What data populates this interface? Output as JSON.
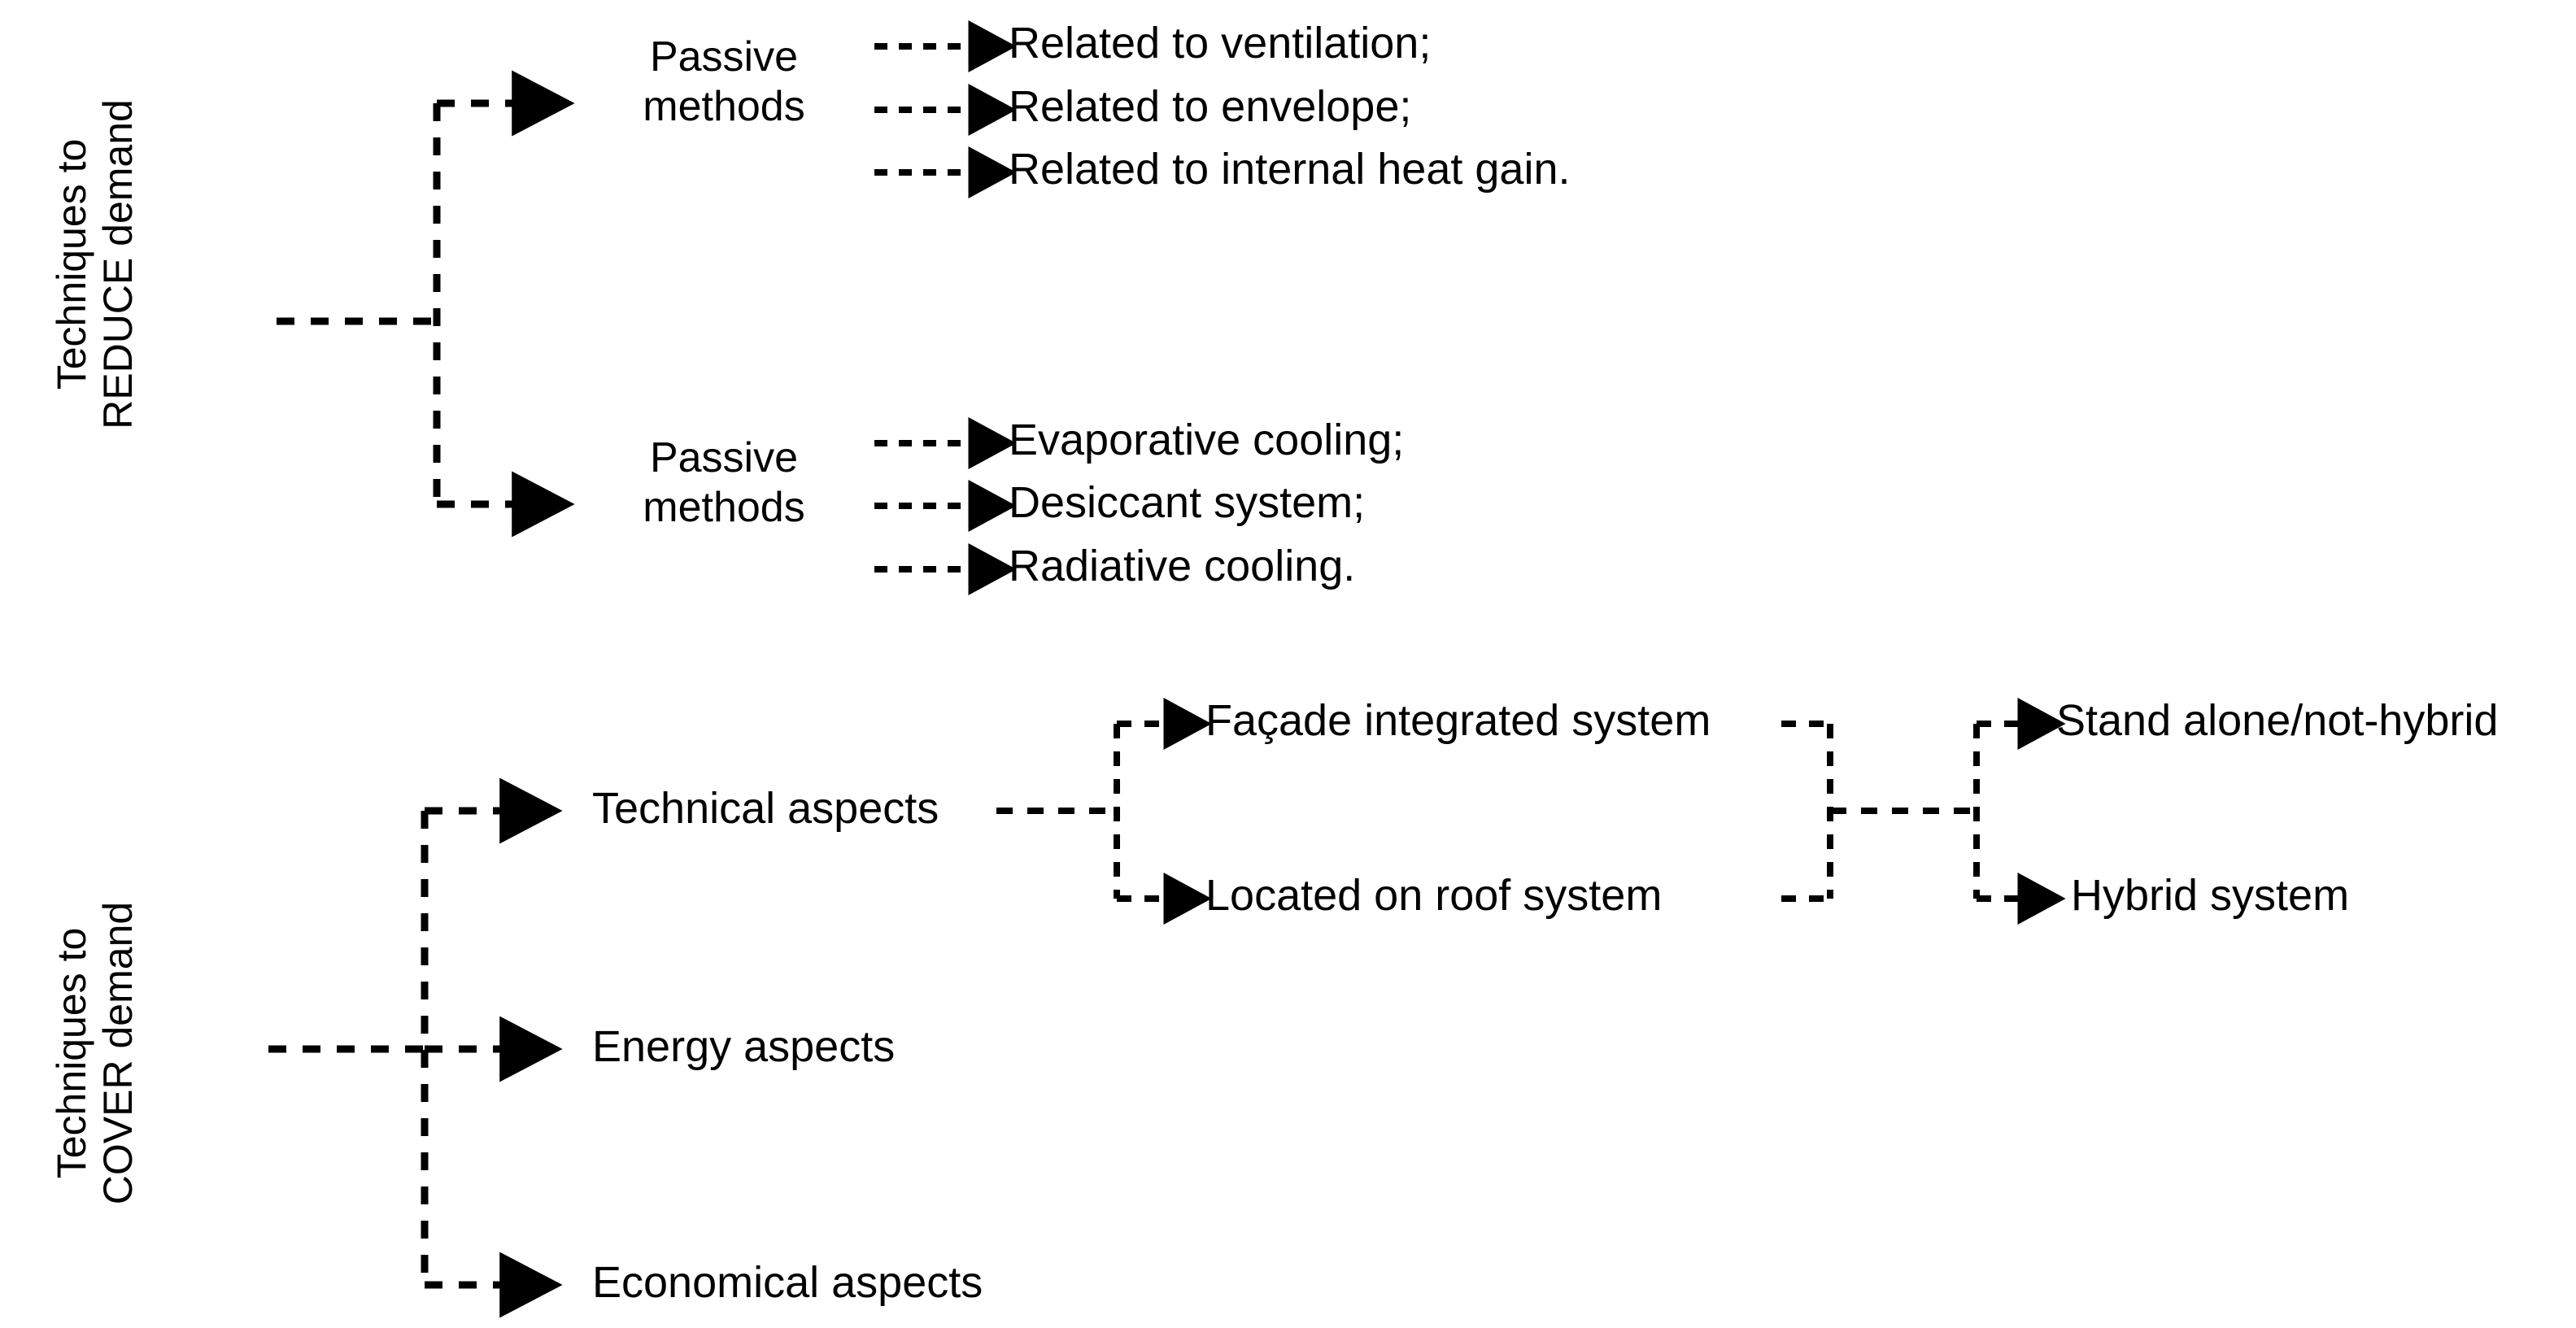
{
  "diagram": {
    "title_hidden": "",
    "background_color": "#ffffff",
    "line_color": "#000000",
    "sections": [
      {
        "id": "reduce",
        "root_label_lines": [
          "Techniques to",
          "REDUCE",
          "demand"
        ],
        "root_label_text": "Techniques to REDUCE demand",
        "branches": [
          {
            "id": "reduce-passive-1",
            "label_lines": [
              "Passive",
              "methods"
            ],
            "label_text": "Passive methods",
            "leaves": [
              "Related to ventilation;",
              "Related to envelope;",
              "Related to internal heat gain."
            ]
          },
          {
            "id": "reduce-passive-2",
            "label_lines": [
              "Passive",
              "methods"
            ],
            "label_text": "Passive methods",
            "leaves": [
              "Evaporative cooling;",
              "Desiccant system;",
              "Radiative cooling."
            ]
          }
        ]
      },
      {
        "id": "cover",
        "root_label_lines": [
          "Techniques to",
          "COVER",
          "demand"
        ],
        "root_label_text": "Techniques to COVER demand",
        "branches": [
          {
            "id": "cover-technical",
            "label_text": "Technical aspects",
            "sub_nodes": [
              "Façade integrated system",
              "Located on roof system"
            ],
            "sub_sub_nodes": [
              "Stand alone/not-hybrid",
              "Hybrid system"
            ]
          },
          {
            "id": "cover-energy",
            "label_text": "Energy aspects",
            "sub_nodes": [],
            "sub_sub_nodes": []
          },
          {
            "id": "cover-economical",
            "label_text": "Economical aspects",
            "sub_nodes": [],
            "sub_sub_nodes": []
          }
        ]
      }
    ]
  }
}
